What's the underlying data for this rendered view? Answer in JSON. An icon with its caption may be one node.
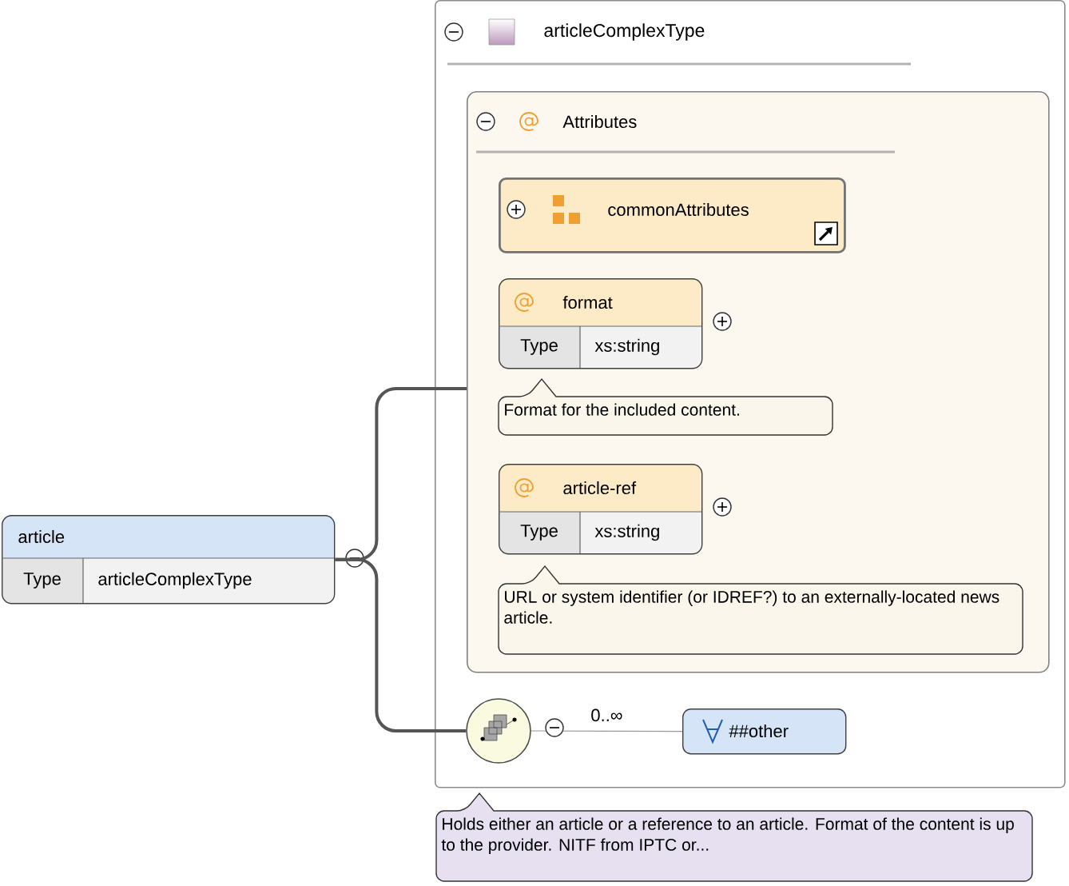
{
  "diagram": {
    "nodes": [
      {
        "text": [
          "article",
          "Type",
          "articleComplexType"
        ]
      },
      {
        "text": [
          "articleComplexType"
        ]
      },
      {
        "text": [
          "Attributes"
        ],
        "in": 1
      },
      {
        "text": [
          "commonAttributes"
        ],
        "in": 2
      },
      {
        "text": [
          "format",
          "Type",
          "xs:string"
        ],
        "in": 2
      },
      {
        "text": [
          "Format for the included content."
        ],
        "in": 2
      },
      {
        "text": [
          "article-ref",
          "Type",
          "xs:string"
        ],
        "in": 2
      },
      {
        "text": [
          "URL or system identifier (or IDREF?) to an externally-located news article."
        ],
        "in": 2
      },
      {
        "text": [],
        "shape": "circle",
        "in": 1
      },
      {
        "text": [
          "##other"
        ],
        "in": 1
      },
      {
        "text": [
          "Holds either an article or a reference to an article. Format of the content is up to the provider. NITF from IPTC or..."
        ]
      }
    ],
    "edges": [
      {
        "from": 0,
        "to": 2,
        "arrow": "none"
      },
      {
        "from": 0,
        "to": 8,
        "arrow": "none"
      },
      {
        "from": 8,
        "to": 9,
        "arrow": "none",
        "label": "0..∞",
        "color": "#999999"
      }
    ]
  }
}
